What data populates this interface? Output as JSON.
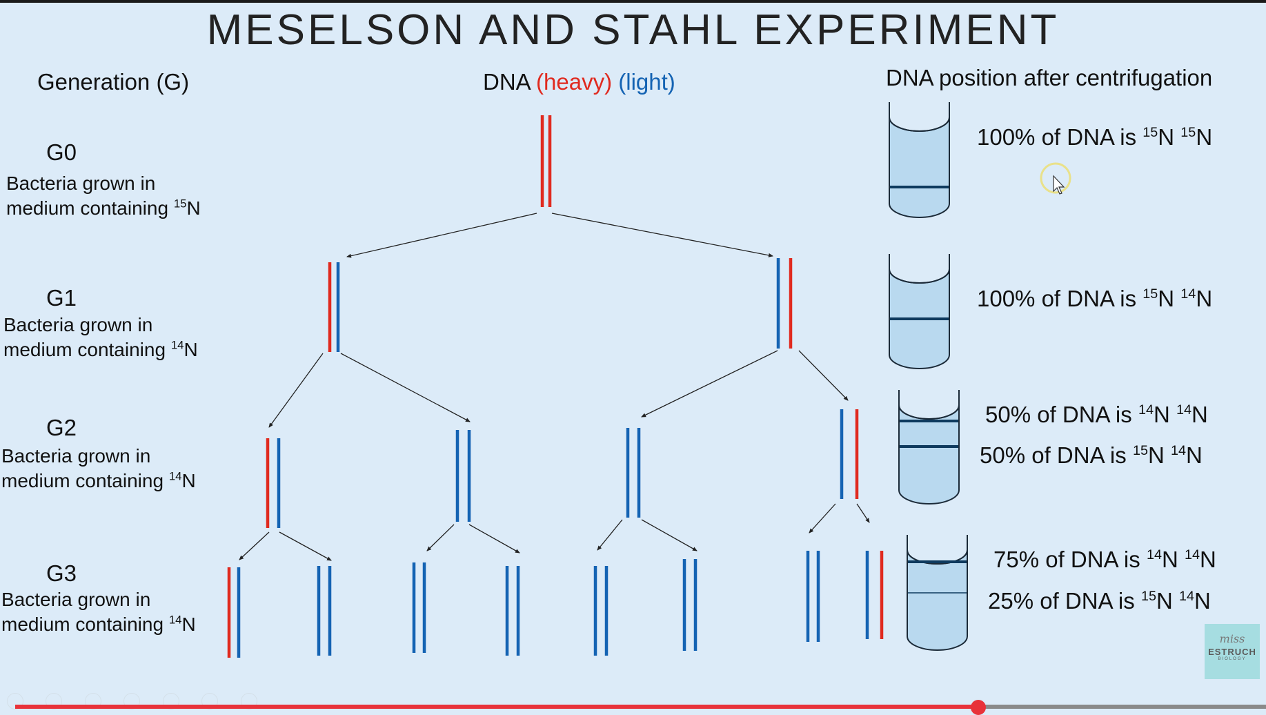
{
  "title": "MESELSON AND STAHL EXPERIMENT",
  "headers": {
    "generation": "Generation (G)",
    "dna": "DNA",
    "heavy": "(heavy)",
    "light": "(light)",
    "position": "DNA position after centrifugation"
  },
  "colors": {
    "heavy": "#e02a1f",
    "light": "#1463b3",
    "band": "#0e3a5e",
    "tube_fill": "#b9d9ef",
    "background": "#dcebf8"
  },
  "generations": [
    {
      "label": "G0",
      "desc1": "Bacteria grown in",
      "desc2": "medium containing ",
      "iso_mass": "15",
      "iso_sym": "N",
      "results": [
        {
          "pct": "100% of DNA is ",
          "a": "15",
          "b": "15"
        }
      ]
    },
    {
      "label": "G1",
      "desc1": "Bacteria grown in",
      "desc2": "medium containing ",
      "iso_mass": "14",
      "iso_sym": "N",
      "results": [
        {
          "pct": "100% of DNA is ",
          "a": "15",
          "b": "14"
        }
      ]
    },
    {
      "label": "G2",
      "desc1": "Bacteria grown in",
      "desc2": "medium containing ",
      "iso_mass": "14",
      "iso_sym": "N",
      "results": [
        {
          "pct": "50% of DNA is ",
          "a": "14",
          "b": "14"
        },
        {
          "pct": "50% of DNA is ",
          "a": "15",
          "b": "14"
        }
      ]
    },
    {
      "label": "G3",
      "desc1": "Bacteria grown in",
      "desc2": "medium containing ",
      "iso_mass": "14",
      "iso_sym": "N",
      "results": [
        {
          "pct": "75% of DNA is ",
          "a": "14",
          "b": "14"
        },
        {
          "pct": "25% of DNA is ",
          "a": "15",
          "b": "14"
        }
      ]
    }
  ],
  "watermark": {
    "sig": "miss",
    "brand": "ESTRUCH",
    "sub": "BIOLOGY"
  },
  "video": {
    "progress": 0.77
  }
}
